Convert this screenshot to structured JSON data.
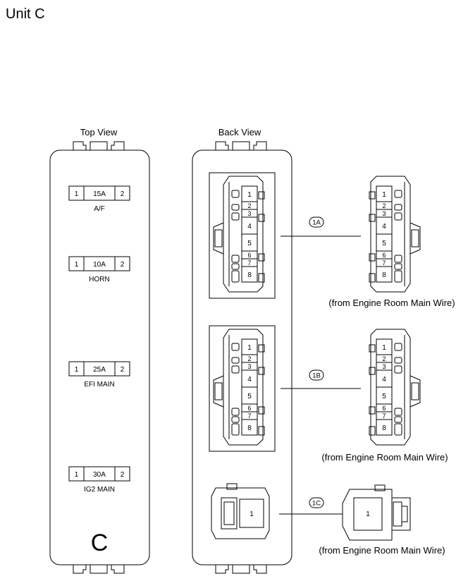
{
  "title": "Unit C",
  "top_view": {
    "label": "Top View",
    "bottom_symbol": "C",
    "fuses": [
      {
        "pin_left": "1",
        "rating": "15A",
        "pin_right": "2",
        "name": "A/F"
      },
      {
        "pin_left": "1",
        "rating": "10A",
        "pin_right": "2",
        "name": "HORN"
      },
      {
        "pin_left": "1",
        "rating": "25A",
        "pin_right": "2",
        "name": "EFI MAIN"
      },
      {
        "pin_left": "1",
        "rating": "30A",
        "pin_right": "2",
        "name": "IG2 MAIN"
      }
    ]
  },
  "back_view": {
    "label": "Back View",
    "connectors": [
      {
        "id": "1A",
        "pins": [
          "1",
          "2",
          "3",
          "4",
          "5",
          "6",
          "7",
          "8"
        ],
        "source": "(from Engine Room Main Wire)"
      },
      {
        "id": "1B",
        "pins": [
          "1",
          "2",
          "3",
          "4",
          "5",
          "6",
          "7",
          "8"
        ],
        "source": "(from Engine Room Main Wire)"
      },
      {
        "id": "1C",
        "pins": [
          "1"
        ],
        "source": "(from Engine Room Main Wire)"
      }
    ]
  }
}
